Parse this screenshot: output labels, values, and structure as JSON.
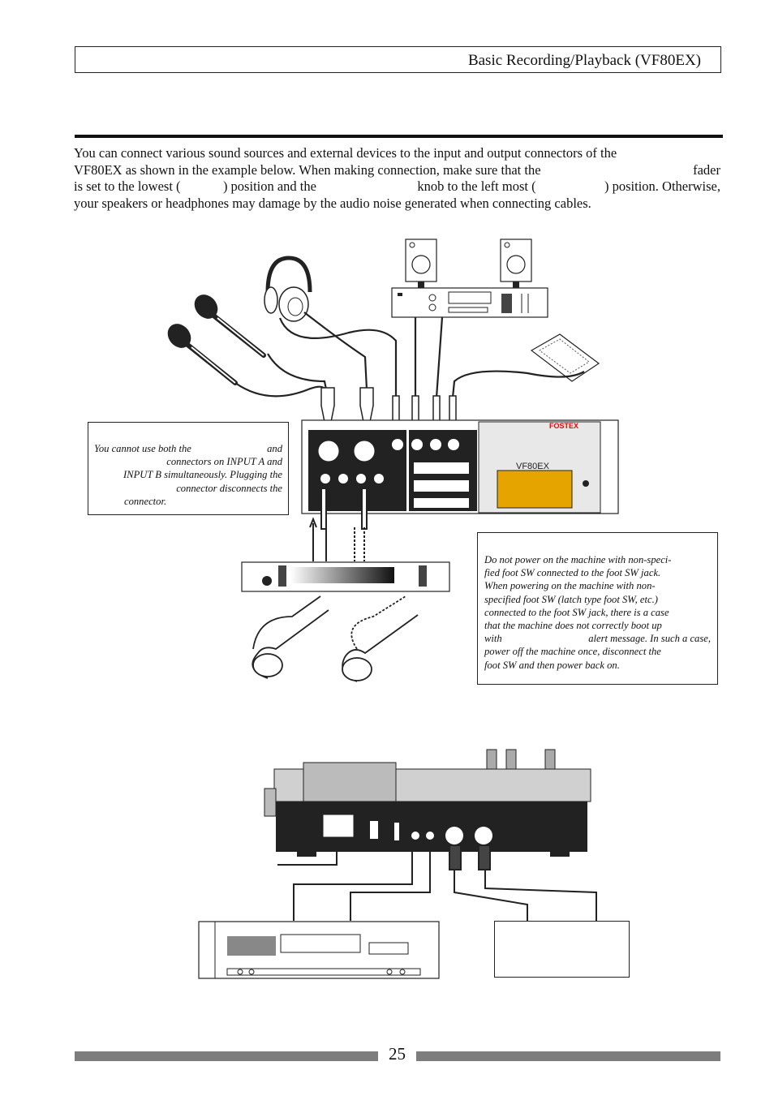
{
  "header": {
    "title": "Basic Recording/Playback (VF80EX)"
  },
  "intro": {
    "line1": "You can connect various sound sources and external devices to the input and output connectors of the",
    "line2a": "VF80EX as shown in the example below.  When making connection, make sure that the",
    "line2b": "fader",
    "line3a": "is set to the lowest (",
    "line3b": ") position and the",
    "line3c": "knob to the left most (",
    "line3d": ") position.  Otherwise,",
    "line4": "your speakers or headphones may damage by the audio noise generated when connecting cables."
  },
  "note_inputs": {
    "line1a": "You cannot use both the",
    "line1b": "and",
    "line2": "connectors on INPUT A and",
    "line3": "INPUT B simultaneously.  Plugging the",
    "line4": "connector disconnects the",
    "line5": "connector."
  },
  "note_footsw": {
    "line1": "Do not power on the machine with non-speci-",
    "line2": "fied foot SW connected to the foot SW jack.",
    "line3": "When powering on the machine with non-",
    "line4": "specified foot SW (latch type foot SW, etc.)",
    "line5": "connected to the foot SW jack, there is a case",
    "line6": "that the machine does not correctly boot up",
    "line7a": "with",
    "line7b": "alert message.  In such a case,",
    "line8": "power off the machine once, disconnect the",
    "line9": "foot SW and then power back on."
  },
  "device": {
    "brand": "FOSTEX",
    "model": "VF80EX"
  },
  "footer": {
    "page_number": "25"
  },
  "colors": {
    "display": "#e6a400",
    "rule": "#111111",
    "footer_bar": "#7d7d7d"
  }
}
